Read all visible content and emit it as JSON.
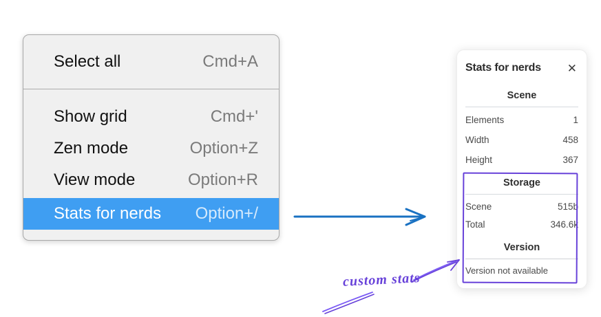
{
  "window": {
    "background": "#ffffff"
  },
  "context_menu": {
    "background": "#f0f0f0",
    "border_color": "#a8a8a8",
    "highlight_color": "#3f9ef2",
    "items": [
      {
        "label": "Select all",
        "shortcut": "Cmd+A",
        "selected": false
      },
      {
        "label": "Show grid",
        "shortcut": "Cmd+'",
        "selected": false
      },
      {
        "label": "Zen mode",
        "shortcut": "Option+Z",
        "selected": false
      },
      {
        "label": "View mode",
        "shortcut": "Option+R",
        "selected": false
      },
      {
        "label": "Stats for nerds",
        "shortcut": "Option+/",
        "selected": true
      }
    ]
  },
  "stats_panel": {
    "title": "Stats for nerds",
    "icons": {
      "close": "✕"
    },
    "sections": [
      {
        "heading": "Scene",
        "rows": [
          {
            "label": "Elements",
            "value": "1"
          },
          {
            "label": "Width",
            "value": "458"
          },
          {
            "label": "Height",
            "value": "367"
          }
        ]
      },
      {
        "heading": "Storage",
        "rows": [
          {
            "label": "Scene",
            "value": "515b"
          },
          {
            "label": "Total",
            "value": "346.6k"
          }
        ]
      },
      {
        "heading": "Version",
        "note": "Version not available"
      }
    ],
    "highlight_box_color": "#6741d9"
  },
  "annotations": {
    "flow_arrow_color": "#1971c2",
    "label": "custom stats",
    "label_color": "#6741d9"
  }
}
